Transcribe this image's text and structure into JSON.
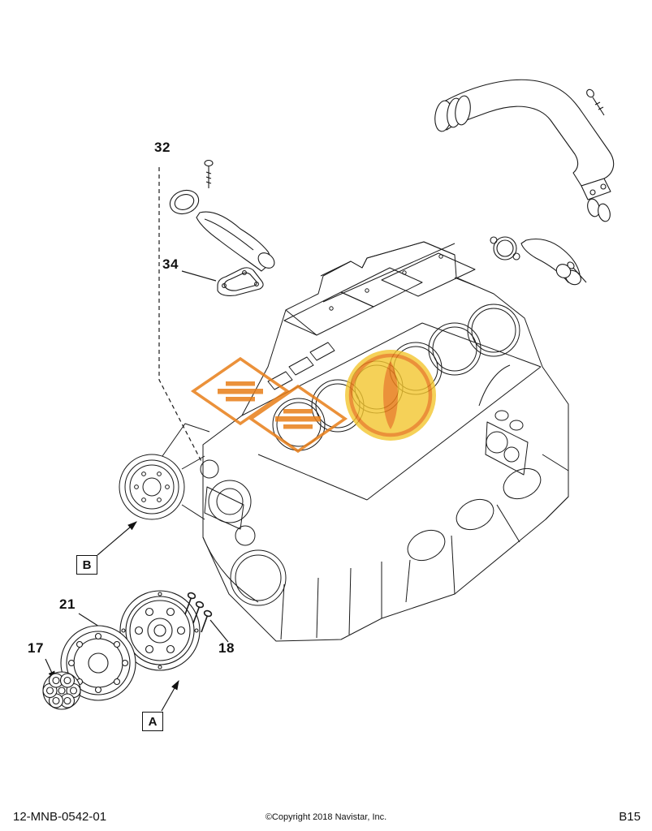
{
  "callouts": {
    "item32": "32",
    "item34": "34",
    "item21": "21",
    "item17": "17",
    "item18": "18",
    "view_a": "A",
    "view_b": "B"
  },
  "footer": {
    "document_number": "12-MNB-0542-01",
    "copyright": "©Copyright 2018 Navistar, Inc.",
    "page_code": "B15"
  },
  "watermark": {
    "brand_orange": "#E87E18",
    "brand_yellow": "#F2C52F"
  }
}
